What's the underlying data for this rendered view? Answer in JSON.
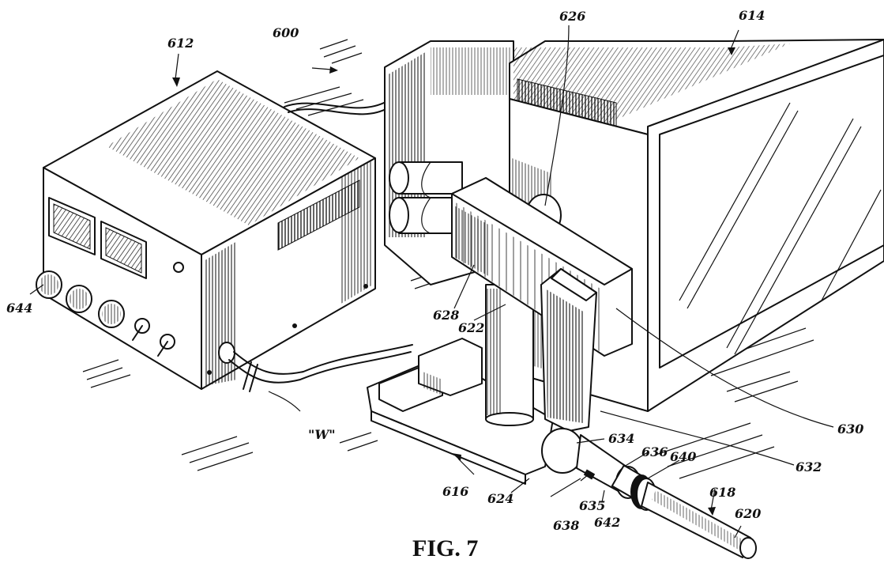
{
  "figure": {
    "caption": "FIG. 7"
  },
  "labels": {
    "l600": "600",
    "l612": "612",
    "l614": "614",
    "l616": "616",
    "l618": "618",
    "l620": "620",
    "l622": "622",
    "l624": "624",
    "l626": "626",
    "l628": "628",
    "l630": "630",
    "l632": "632",
    "l634": "634",
    "l635": "635",
    "l636": "636",
    "l638": "638",
    "l640": "640",
    "l642": "642",
    "l644": "644",
    "wire": "\"W\""
  }
}
